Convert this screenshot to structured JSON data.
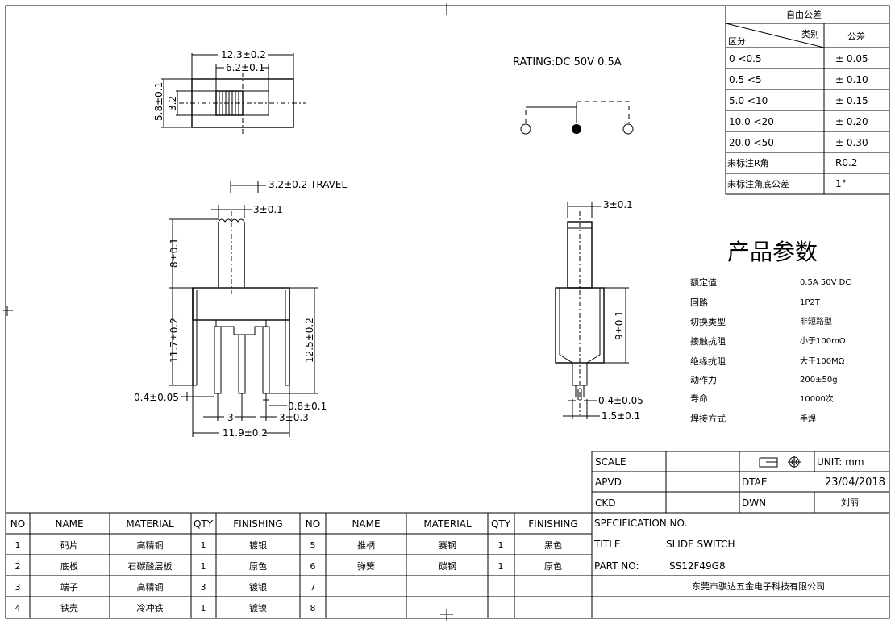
{
  "rating": "RATING:DC 50V 0.5A",
  "dims": {
    "top_width": "12.3±0.2",
    "top_slot": "6.2±0.1",
    "top_height": "5.8±0.1",
    "top_inner": "3.2",
    "travel": "3.2±0.2  TRAVEL",
    "lever_w": "3±0.1",
    "lever_h": "8±0.1",
    "body_h": "11.7±0.2",
    "total_h": "12.5±0.2",
    "pin_w": "0.4±0.05",
    "pin_t": "0.8±0.1",
    "pitch": "3",
    "pitch2": "3±0.3",
    "base_w": "11.9±0.2",
    "side_lever": "3±0.1",
    "side_h": "9±0.1",
    "side_pin": "0.4±0.05",
    "side_pin2": "1.5±0.1"
  },
  "tolerance": {
    "header": "自由公差",
    "col_class": "类别",
    "col_range": "区分",
    "col_tol": "公差",
    "rows": [
      {
        "range": "0     <0.5",
        "tol": "± 0.05"
      },
      {
        "range": "0.5     <5",
        "tol": "± 0.10"
      },
      {
        "range": "5.0     <10",
        "tol": "± 0.15"
      },
      {
        "range": "10.0   <20",
        "tol": "± 0.20"
      },
      {
        "range": "20.0   <50",
        "tol": "± 0.30"
      },
      {
        "range": "未标注R角",
        "tol": "R0.2"
      },
      {
        "range": "未标注角底公差",
        "tol": "1°"
      }
    ]
  },
  "params": {
    "title": "产品参数",
    "items": [
      {
        "k": "额定值",
        "v": "0.5A  50V  DC"
      },
      {
        "k": "回路",
        "v": "1P2T"
      },
      {
        "k": "切换类型",
        "v": "非短路型"
      },
      {
        "k": "接触抗阻",
        "v": "小于100mΩ"
      },
      {
        "k": "绝缘抗阻",
        "v": "大于100MΩ"
      },
      {
        "k": "动作力",
        "v": "200±50g"
      },
      {
        "k": "寿命",
        "v": "10000次"
      },
      {
        "k": "焊接方式",
        "v": "手焊"
      }
    ]
  },
  "titleblock": {
    "scale": "SCALE",
    "unit": "UNIT: mm",
    "apvd": "APVD",
    "dtae": "DTAE",
    "date": "23/04/2018",
    "ckd": "CKD",
    "dwn": "DWN",
    "dwn_name": "刘丽",
    "spec": "SPECIFICATION  NO.",
    "title_label": "TITLE:",
    "title_value": "SLIDE  SWITCH",
    "part_label": "PART  NO:",
    "part_value": "SS12F49G8",
    "company": "东莞市骐达五金电子科技有限公司"
  },
  "bom": {
    "headers": [
      "NO",
      "NAME",
      "MATERIAL",
      "QTY",
      "FINISHING",
      "NO",
      "NAME",
      "MATERIAL",
      "QTY",
      "FINISHING"
    ],
    "rows": [
      [
        "1",
        "码片",
        "高精铜",
        "1",
        "镀银",
        "5",
        "推柄",
        "赛钢",
        "1",
        "黑色"
      ],
      [
        "2",
        "底板",
        "石碳酸层板",
        "1",
        "原色",
        "6",
        "弹簧",
        "碳钢",
        "1",
        "原色"
      ],
      [
        "3",
        "端子",
        "高精铜",
        "3",
        "镀银",
        "7",
        "",
        "",
        "",
        ""
      ],
      [
        "4",
        "铁壳",
        "冷冲铁",
        "1",
        "镀镍",
        "8",
        "",
        "",
        "",
        ""
      ]
    ]
  }
}
